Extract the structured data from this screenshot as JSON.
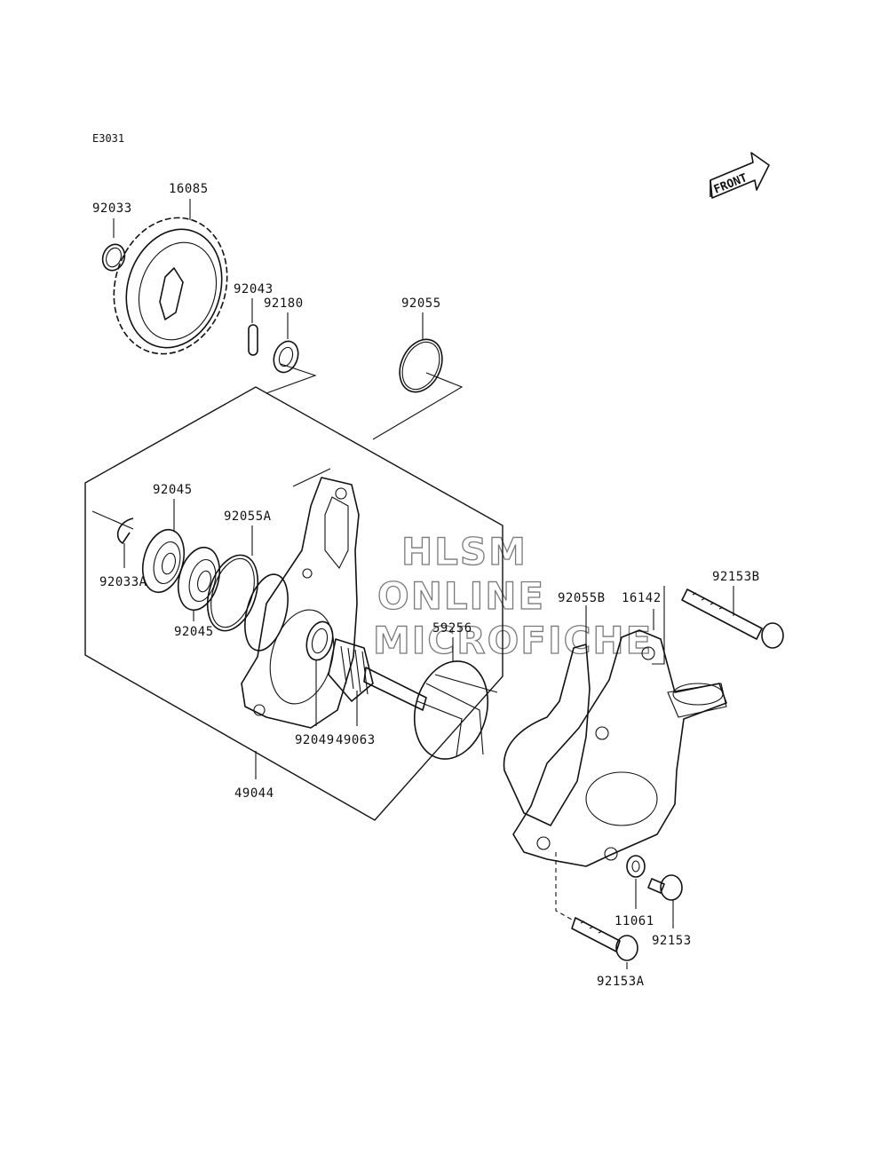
{
  "diagram_code": "E3031",
  "front_label": "FRONT",
  "watermark": [
    "HLSM",
    "ONLINE",
    "MICROFICHE"
  ],
  "parts": {
    "p92033": "92033",
    "p16085": "16085",
    "p92043": "92043",
    "p92180": "92180",
    "p92055": "92055",
    "p92045_top": "92045",
    "p92055A": "92055A",
    "p92033A": "92033A",
    "p92045_bottom": "92045",
    "p59256": "59256",
    "p92049": "92049",
    "p49063": "49063",
    "p49044": "49044",
    "p92153B": "92153B",
    "p92055B": "92055B",
    "p16142": "16142",
    "p11061": "11061",
    "p92153": "92153",
    "p92153A": "92153A"
  }
}
